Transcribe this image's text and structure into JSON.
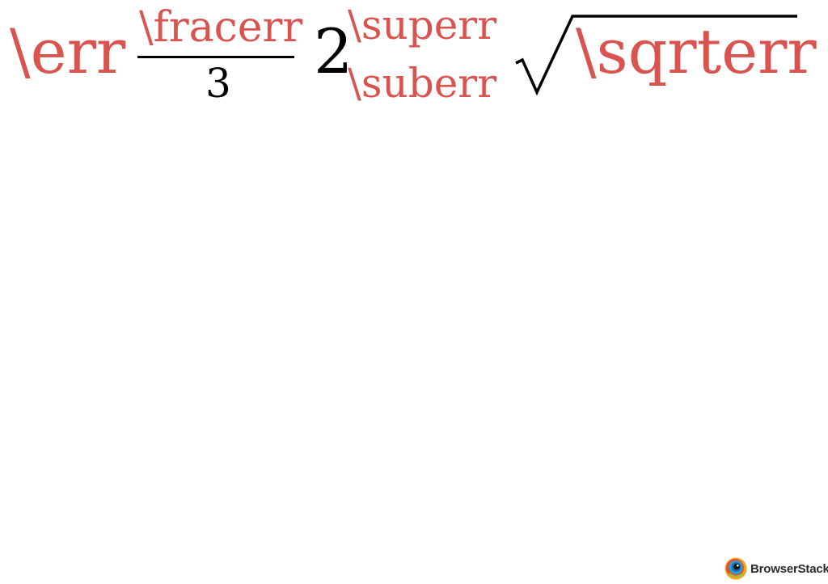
{
  "math": {
    "main_error": "\\err",
    "fraction": {
      "numerator_error": "\\fracerr",
      "denominator": "3"
    },
    "script": {
      "base": "2",
      "superscript_error": "\\superr",
      "subscript_error": "\\suberr"
    },
    "sqrt": {
      "inner_error": "\\sqrterr"
    }
  },
  "colors": {
    "error": "#d9534f",
    "text": "#000000",
    "background": "#ffffff"
  },
  "logo": {
    "text": "BrowserStack",
    "icon": "browserstack-logo-icon"
  }
}
